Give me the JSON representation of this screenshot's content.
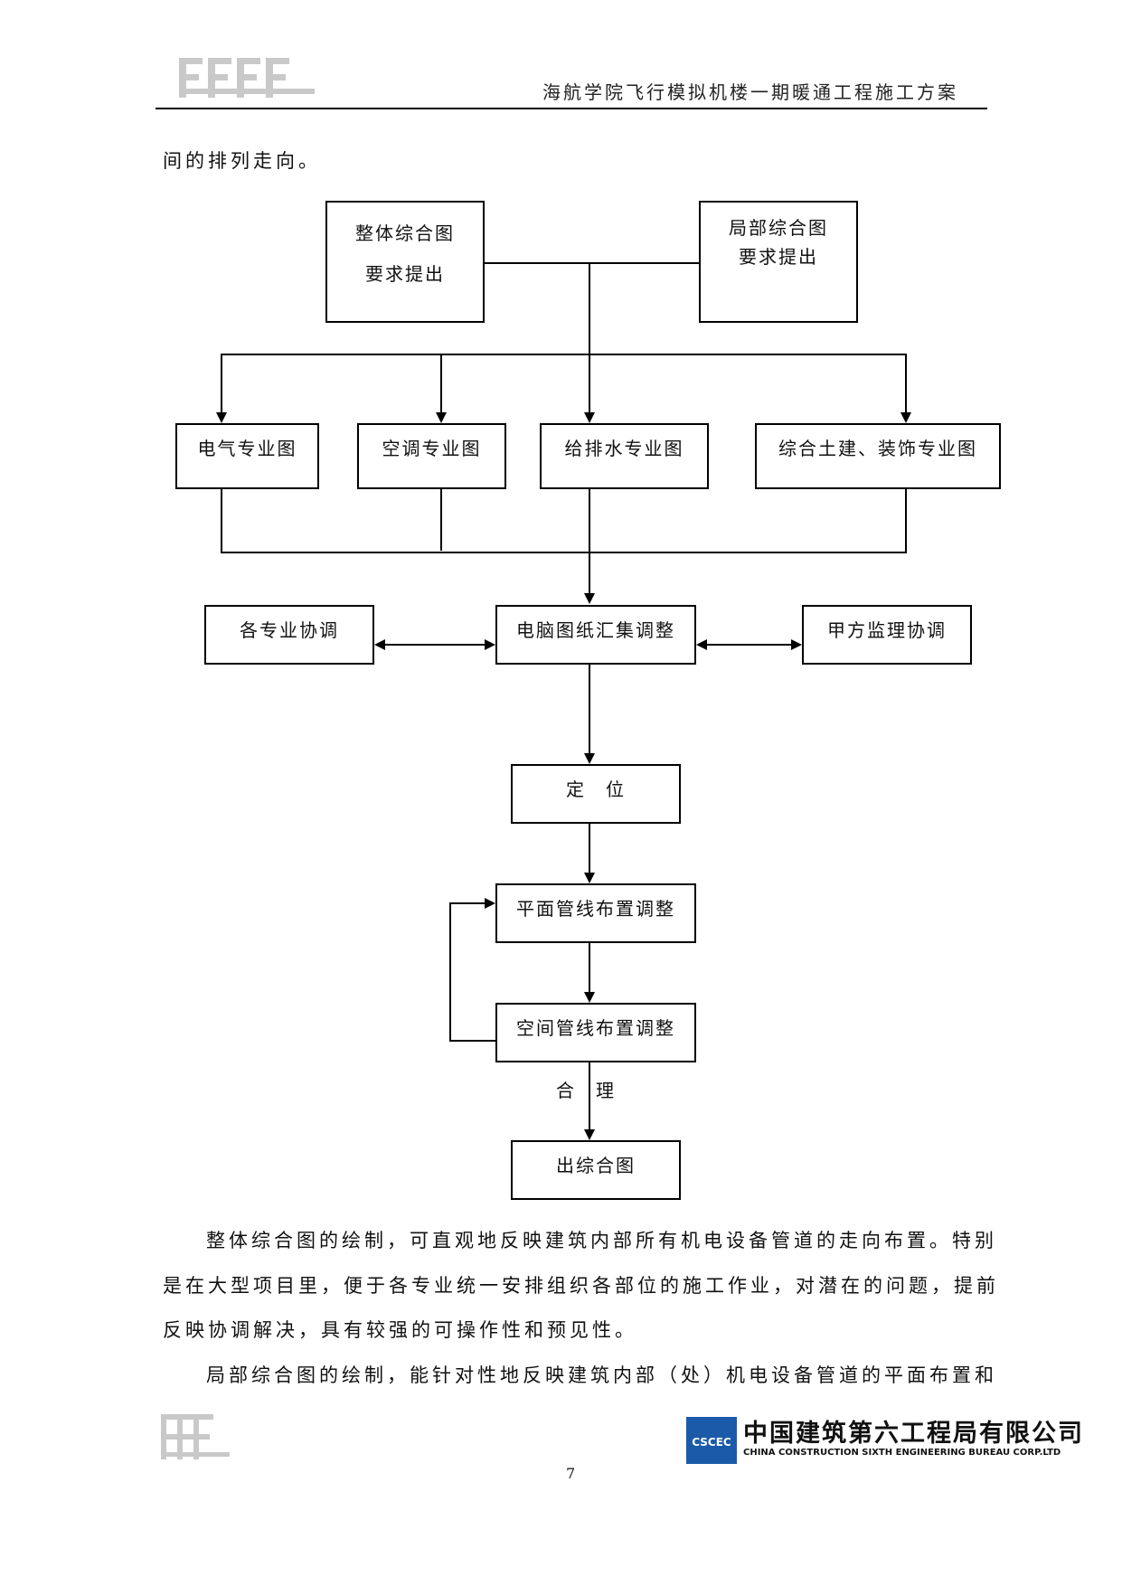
{
  "header": {
    "title": "海航学院飞行模拟机楼一期暖通工程施工方案"
  },
  "intro_text": "间的排列走向。",
  "flowchart": {
    "top_left": [
      "整体综合图",
      "要求提出"
    ],
    "top_right": [
      "局部综合图",
      "要求提出"
    ],
    "specialty_1": "电气专业图",
    "specialty_2": "空调专业图",
    "specialty_3": "给排水专业图",
    "specialty_4": "综合土建、装饰专业图",
    "left_coord": "各专业协调",
    "center": "电脑图纸汇集调整",
    "right_coord": "甲方监理协调",
    "position": "定　位",
    "plane_adjust": "平面管线布置调整",
    "space_adjust": "空间管线布置调整",
    "reasonable_label": "合　理",
    "output": "出综合图"
  },
  "body": {
    "para1_line1": "整体综合图的绘制，可直观地反映建筑内部所有机电设备管道的走向布置。特别",
    "para1_line2": "是在大型项目里，便于各专业统一安排组织各部位的施工作业，对潜在的问题，提前",
    "para1_line3": "反映协调解决，具有较强的可操作性和预见性。",
    "para2_line1": "局部综合图的绘制，能针对性地反映建筑内部（处）机电设备管道的平面布置和"
  },
  "footer": {
    "company_name_zh": "中国建筑第六工程局有限公司",
    "company_name_en": "CHINA CONSTRUCTION SIXTH ENGINEERING BUREAU CORP.LTD",
    "emblem_text": "CSCEC",
    "page_number": "7"
  }
}
